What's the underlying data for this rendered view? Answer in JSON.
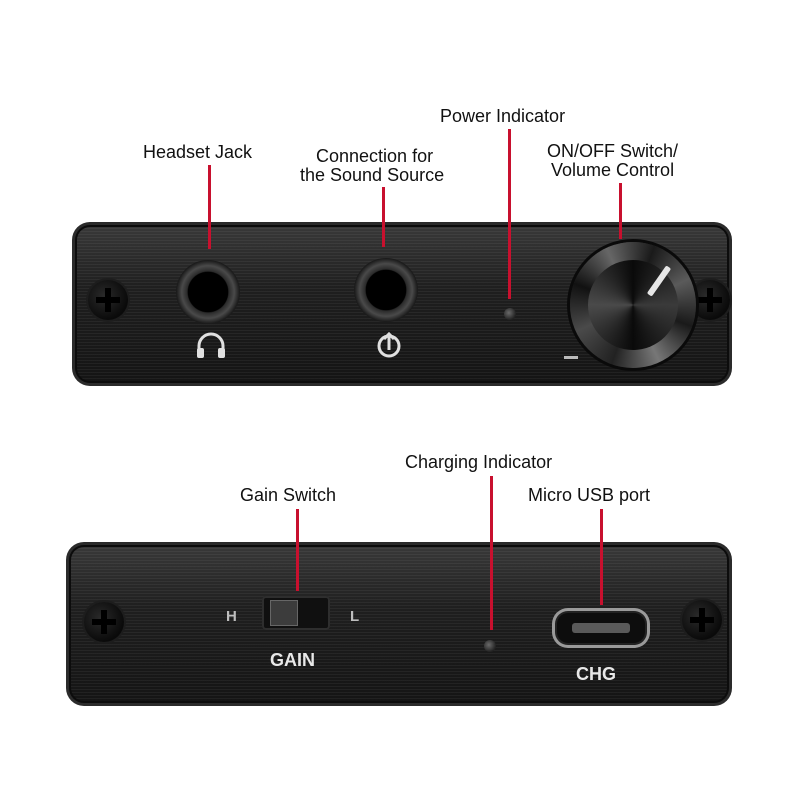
{
  "callouts": {
    "headset_jack": "Headset Jack",
    "sound_source_line1": "Connection for",
    "sound_source_line2": "the Sound Source",
    "power_indicator": "Power Indicator",
    "on_off_line1": "ON/OFF Switch/",
    "on_off_line2": "Volume Control",
    "charging_indicator": "Charging Indicator",
    "gain_switch": "Gain Switch",
    "micro_usb": "Micro USB port"
  },
  "panel_print": {
    "gain_h": "H",
    "gain_l": "L",
    "gain": "GAIN",
    "chg": "CHG"
  },
  "icons": {
    "headphones": "headphones-icon",
    "input": "input-icon",
    "screw": "screw-icon"
  },
  "colors": {
    "leader_line": "#c8102e",
    "panel": "#1f1f1f"
  }
}
